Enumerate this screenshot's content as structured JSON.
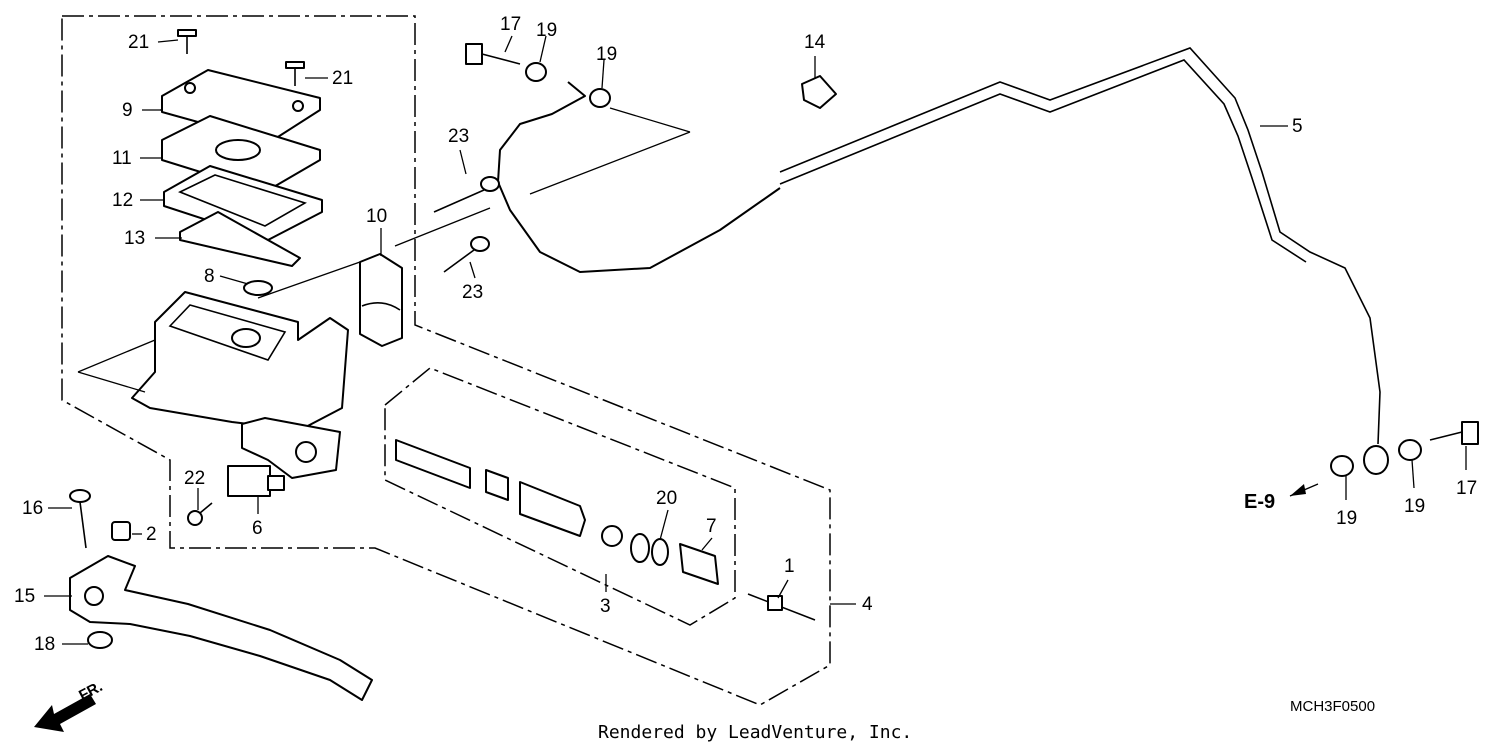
{
  "diagram": {
    "code": "MCH3F0500",
    "credit": "Rendered by LeadVenture, Inc.",
    "direction_label": "FR.",
    "reference_label": "E-9",
    "callouts": {
      "c1": "1",
      "c2": "2",
      "c3": "3",
      "c4": "4",
      "c5": "5",
      "c6": "6",
      "c7": "7",
      "c8": "8",
      "c9": "9",
      "c10": "10",
      "c11": "11",
      "c12": "12",
      "c13": "13",
      "c14": "14",
      "c15": "15",
      "c16": "16",
      "c17a": "17",
      "c17b": "17",
      "c18": "18",
      "c19a": "19",
      "c19b": "19",
      "c19c": "19",
      "c19d": "19",
      "c20": "20",
      "c21a": "21",
      "c21b": "21",
      "c22": "22",
      "c23a": "23",
      "c23b": "23"
    }
  }
}
